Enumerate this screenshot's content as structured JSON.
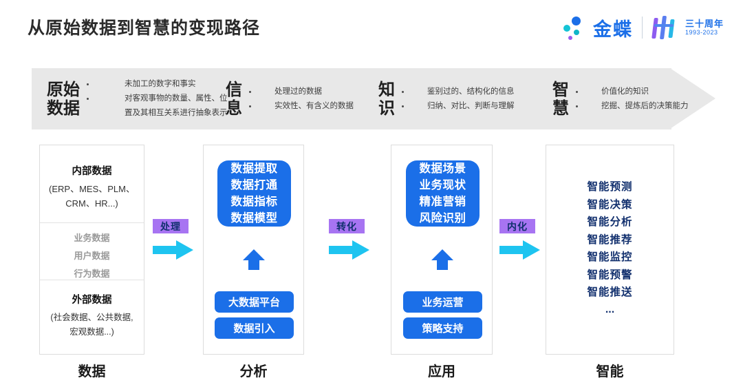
{
  "header": {
    "title": "从原始数据到智慧的变现路径",
    "brand": {
      "name": "金蝶",
      "anniversary_top": "三十周年",
      "anniversary_bottom": "1993-2023"
    }
  },
  "banner": {
    "stages": [
      {
        "name_line1": "原始",
        "name_line2": "数据",
        "bullets": [
          "未加工的数字和事实",
          "对客观事物的数量、属性、位",
          "置及其相互关系进行抽象表示"
        ]
      },
      {
        "name_line1": "信",
        "name_line2": "息",
        "bullets": [
          "处理过的数据",
          "实效性、有含义的数据"
        ]
      },
      {
        "name_line1": "知",
        "name_line2": "识",
        "bullets": [
          "鉴别过的、结构化的信息",
          "归纳、对比、判断与理解"
        ]
      },
      {
        "name_line1": "智",
        "name_line2": "慧",
        "bullets": [
          "价值化的知识",
          "挖掘、提炼后的决策能力"
        ]
      }
    ]
  },
  "columns": [
    {
      "caption": "数据",
      "section_top_title": "内部数据",
      "section_top_sub_line1": "(ERP、MES、PLM、",
      "section_top_sub_line2": "CRM、HR...)",
      "section_mid_items": [
        "业务数据",
        "用户数据",
        "行为数据"
      ],
      "section_bot_title": "外部数据",
      "section_bot_sub_line1": "(社会数据、公共数据,",
      "section_bot_sub_line2": "宏观数据...)"
    },
    {
      "caption": "分析",
      "box_lines": [
        "数据提取",
        "数据打通",
        "数据指标",
        "数据模型"
      ],
      "pills": [
        "大数据平台",
        "数据引入"
      ]
    },
    {
      "caption": "应用",
      "box_lines": [
        "数据场景",
        "业务现状",
        "精准营销",
        "风险识别"
      ],
      "pills": [
        "业务运营",
        "策略支持"
      ]
    },
    {
      "caption": "智能",
      "items": [
        "智能预测",
        "智能决策",
        "智能分析",
        "智能推荐",
        "智能监控",
        "智能预警",
        "智能推送"
      ],
      "ellipsis": "..."
    }
  ],
  "connectors": [
    {
      "label": "处理"
    },
    {
      "label": "转化"
    },
    {
      "label": "内化"
    }
  ],
  "colors": {
    "brand_blue": "#1b6fe8",
    "banner_grey": "#e8e8e8",
    "badge_purple": "#a774f2",
    "arrow_cyan": "#1ec4f0",
    "navy": "#12306e",
    "muted_grey": "#9a9a9a"
  }
}
